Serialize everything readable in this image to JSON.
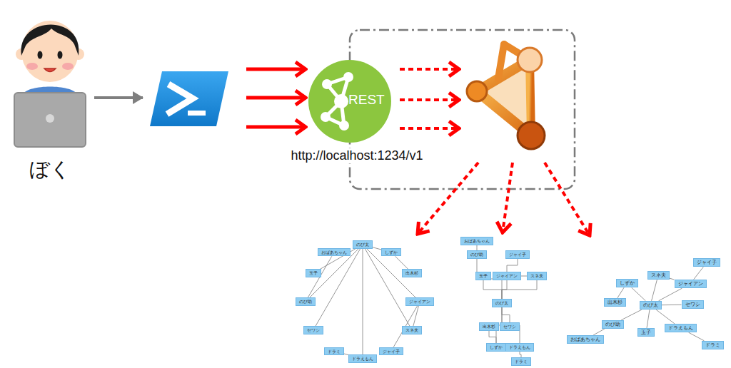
{
  "diagram": {
    "nodes": [
      {
        "text": [
          "ぼく"
        ]
      },
      {
        "text": [
          "REST",
          "http://localhost:1234/v1"
        ]
      },
      {
        "text": [
          "のび太"
        ]
      },
      {
        "text": [
          "しずか"
        ]
      },
      {
        "text": [
          "出木杉"
        ]
      },
      {
        "text": [
          "ジャイアン"
        ]
      },
      {
        "text": [
          "スネ夫"
        ]
      },
      {
        "text": [
          "ジャイ子"
        ]
      },
      {
        "text": [
          "ドラえもん"
        ]
      },
      {
        "text": [
          "ドラミ"
        ]
      },
      {
        "text": [
          "セワシ"
        ]
      },
      {
        "text": [
          "のび助"
        ]
      },
      {
        "text": [
          "玉子"
        ]
      },
      {
        "text": [
          "おばあちゃん"
        ]
      },
      {
        "text": [
          "のび太"
        ]
      },
      {
        "text": [
          "しずか"
        ]
      },
      {
        "text": [
          "出木杉"
        ]
      },
      {
        "text": [
          "ジャイアン"
        ]
      },
      {
        "text": [
          "スネ夫"
        ]
      },
      {
        "text": [
          "ジャイ子"
        ]
      },
      {
        "text": [
          "ドラえもん"
        ]
      },
      {
        "text": [
          "ドラミ"
        ]
      },
      {
        "text": [
          "セワシ"
        ]
      },
      {
        "text": [
          "のび助"
        ]
      },
      {
        "text": [
          "玉子"
        ]
      },
      {
        "text": [
          "おばあちゃん"
        ]
      },
      {
        "text": [
          "のび太"
        ]
      },
      {
        "text": [
          "しずか"
        ]
      },
      {
        "text": [
          "出木杉"
        ]
      },
      {
        "text": [
          "ジャイアン"
        ]
      },
      {
        "text": [
          "スネ夫"
        ]
      },
      {
        "text": [
          "ジャイ子"
        ]
      },
      {
        "text": [
          "ドラえもん"
        ]
      },
      {
        "text": [
          "ドラミ"
        ]
      },
      {
        "text": [
          "セワシ"
        ]
      },
      {
        "text": [
          "のび助"
        ]
      },
      {
        "text": [
          "玉子"
        ]
      },
      {
        "text": [
          "おばあちゃん"
        ]
      }
    ],
    "edges": [
      {
        "from": 2,
        "to": 3,
        "arrow": "none"
      },
      {
        "from": 3,
        "to": 4,
        "arrow": "none"
      },
      {
        "from": 2,
        "to": 5,
        "arrow": "none"
      },
      {
        "from": 5,
        "to": 6,
        "arrow": "none"
      },
      {
        "from": 5,
        "to": 7,
        "arrow": "none"
      },
      {
        "from": 2,
        "to": 6,
        "arrow": "none"
      },
      {
        "from": 2,
        "to": 8,
        "arrow": "none"
      },
      {
        "from": 8,
        "to": 9,
        "arrow": "none"
      },
      {
        "from": 2,
        "to": 10,
        "arrow": "none"
      },
      {
        "from": 2,
        "to": 11,
        "arrow": "none"
      },
      {
        "from": 2,
        "to": 12,
        "arrow": "none"
      },
      {
        "from": 11,
        "to": 13,
        "arrow": "none"
      },
      {
        "from": 14,
        "to": 15,
        "arrow": "none"
      },
      {
        "from": 15,
        "to": 16,
        "arrow": "none"
      },
      {
        "from": 14,
        "to": 17,
        "arrow": "none"
      },
      {
        "from": 17,
        "to": 18,
        "arrow": "none"
      },
      {
        "from": 17,
        "to": 19,
        "arrow": "none"
      },
      {
        "from": 14,
        "to": 18,
        "arrow": "none"
      },
      {
        "from": 14,
        "to": 20,
        "arrow": "none"
      },
      {
        "from": 20,
        "to": 21,
        "arrow": "none"
      },
      {
        "from": 14,
        "to": 22,
        "arrow": "none"
      },
      {
        "from": 14,
        "to": 23,
        "arrow": "none"
      },
      {
        "from": 14,
        "to": 24,
        "arrow": "none"
      },
      {
        "from": 23,
        "to": 25,
        "arrow": "none"
      },
      {
        "from": 26,
        "to": 27,
        "arrow": "none"
      },
      {
        "from": 27,
        "to": 28,
        "arrow": "none"
      },
      {
        "from": 26,
        "to": 29,
        "arrow": "none"
      },
      {
        "from": 29,
        "to": 30,
        "arrow": "none"
      },
      {
        "from": 29,
        "to": 31,
        "arrow": "none"
      },
      {
        "from": 26,
        "to": 30,
        "arrow": "none"
      },
      {
        "from": 26,
        "to": 32,
        "arrow": "none"
      },
      {
        "from": 32,
        "to": 33,
        "arrow": "none"
      },
      {
        "from": 26,
        "to": 34,
        "arrow": "none"
      },
      {
        "from": 26,
        "to": 35,
        "arrow": "none"
      },
      {
        "from": 26,
        "to": 36,
        "arrow": "none"
      },
      {
        "from": 35,
        "to": 37,
        "arrow": "none"
      }
    ]
  }
}
